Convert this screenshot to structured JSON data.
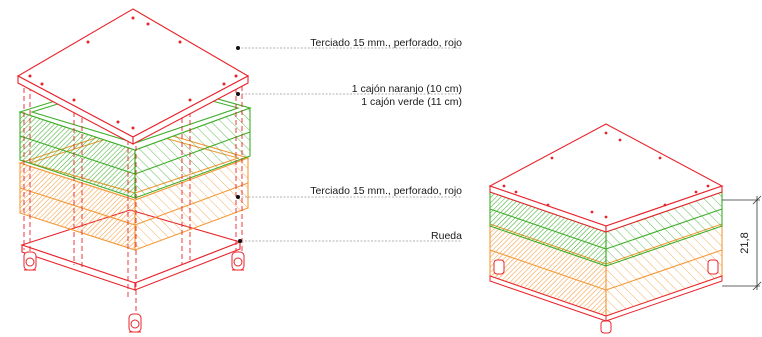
{
  "labels": {
    "top_board": "Terciado 15 mm., perforado, rojo",
    "crate_orange": "1 cajón naranjo (10 cm)",
    "crate_green": "1 cajón verde (11 cm)",
    "bottom_board": "Terciado 15 mm., perforado, rojo",
    "wheel": "Rueda"
  },
  "dimension": {
    "height_value": "21,8"
  },
  "colors": {
    "board": "#e8242b",
    "crate_green": "#3fae2a",
    "crate_orange": "#f39a3a",
    "leader": "#9a9a9a",
    "dimension": "#333333",
    "wheel": "#e8242b"
  }
}
